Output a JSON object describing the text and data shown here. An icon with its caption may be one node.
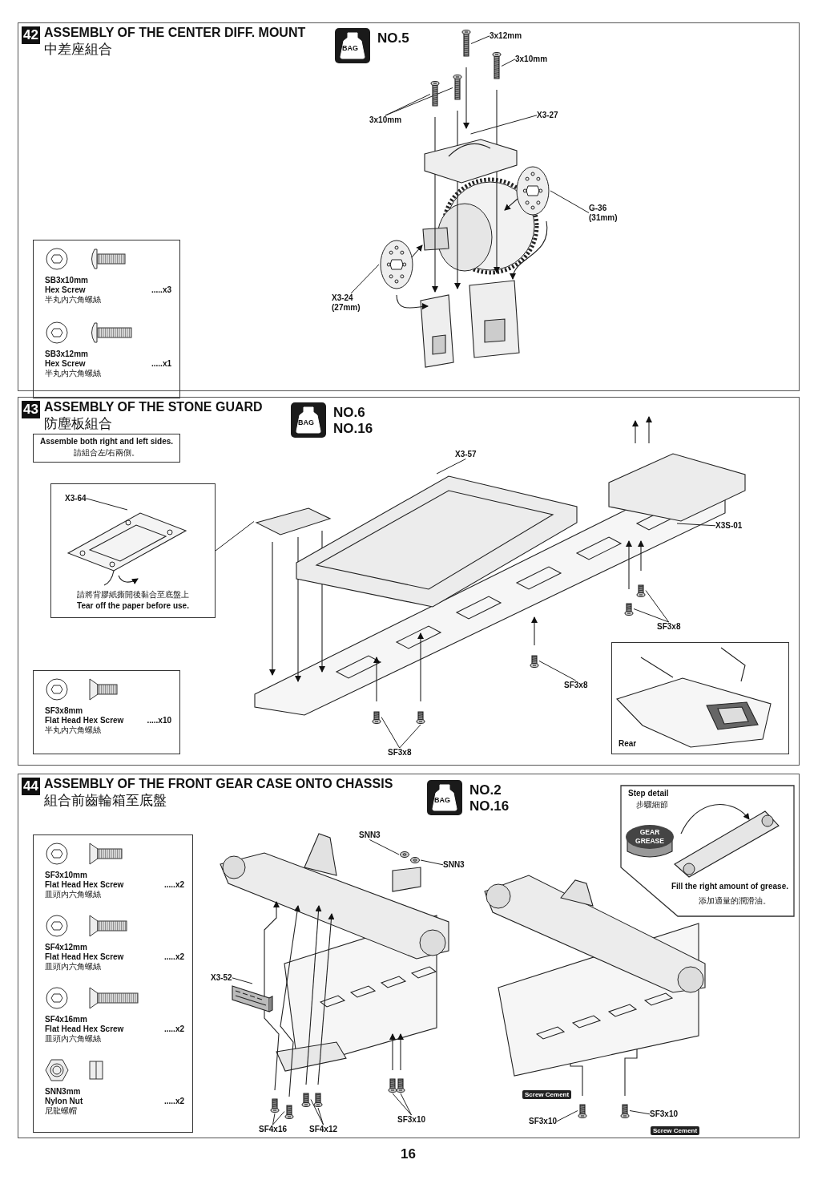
{
  "diagram": {
    "nodes": [
      {
        "text": [
          "42",
          "ASSEMBLY OF THE CENTER DIFF. MOUNT",
          "中差座組合"
        ]
      },
      {
        "text": [
          "BAG"
        ],
        "beside": [
          "NO.5"
        ],
        "in": 0
      },
      {
        "text": [
          "SB3x10mm",
          "Hex Screw",
          "半丸內六角螺絲",
          ".....x3",
          "SB3x12mm",
          "Hex Screw",
          "半丸內六角螺絲",
          ".....x1"
        ],
        "in": 0
      },
      {
        "text": [
          "3x12mm"
        ],
        "in": 0
      },
      {
        "text": [
          "3x10mm"
        ],
        "in": 0
      },
      {
        "text": [
          "3x10mm"
        ],
        "in": 0
      },
      {
        "text": [
          "X3-27"
        ],
        "in": 0
      },
      {
        "text": [
          "G-36 (31mm)"
        ],
        "in": 0
      },
      {
        "text": [
          "X3-24 (27mm)"
        ],
        "in": 0
      },
      {
        "text": [
          "43",
          "ASSEMBLY OF THE STONE GUARD",
          "防塵板組合"
        ]
      },
      {
        "text": [
          "BAG"
        ],
        "beside": [
          "NO.6",
          "NO.16"
        ],
        "in": 9
      },
      {
        "text": [
          "Assemble both right and left sides.",
          "請組合左/右兩側。"
        ],
        "in": 9
      },
      {
        "text": [
          "請將背膠紙撕開後黏合至底盤上",
          "Tear off the paper before use."
        ],
        "in": 9
      },
      {
        "text": [
          "X3-64"
        ],
        "in": 12
      },
      {
        "text": [
          "X3-57"
        ],
        "in": 9
      },
      {
        "text": [
          "X3S-01"
        ],
        "in": 9
      },
      {
        "text": [
          "SF3x8"
        ],
        "in": 9
      },
      {
        "text": [
          "SF3x8mm",
          "Flat Head Hex Screw",
          "半丸內六角螺絲",
          ".....x10"
        ],
        "in": 9
      },
      {
        "text": [
          "SF3x8"
        ],
        "in": 9
      },
      {
        "text": [
          "Rear"
        ],
        "in": 9
      },
      {
        "text": [
          "SF3x8"
        ],
        "in": 9
      },
      {
        "text": [
          "44",
          "ASSEMBLY OF THE FRONT GEAR CASE ONTO CHASSIS",
          "組合前齒輪箱至底盤"
        ]
      },
      {
        "text": [
          "BAG"
        ],
        "beside": [
          "NO.2",
          "NO.16"
        ],
        "in": 21
      },
      {
        "text": [
          "Step detail",
          "步驟細節",
          "Fill the right amount of grease.",
          "添加適量的潤滑油。"
        ],
        "in": 21
      },
      {
        "text": [
          "SF3x10mm",
          "Flat Head Hex Screw",
          "皿頭內六角螺絲",
          ".....x2",
          "SF4x12mm",
          "Flat Head Hex Screw",
          "皿頭內六角螺絲",
          ".....x2",
          "SF4x16mm",
          "Flat Head Hex Screw",
          "皿頭內六角螺絲",
          ".....x2",
          "SNN3mm",
          "Nylon Nut",
          "尼龍螺帽",
          ".....x2"
        ],
        "in": 21
      },
      {
        "text": [
          "SNN3"
        ],
        "in": 21
      },
      {
        "text": [
          "SNN3"
        ],
        "in": 21
      },
      {
        "text": [
          "X3-52"
        ],
        "in": 21
      },
      {
        "text": [
          "SF4x16"
        ],
        "in": 21
      },
      {
        "text": [
          "SF4x12"
        ],
        "in": 21
      },
      {
        "text": [
          "SF3x10"
        ],
        "in": 21
      },
      {
        "text": [
          "SF3x10"
        ],
        "in": 21
      },
      {
        "text": [
          "SF3x10"
        ],
        "in": 21
      },
      {
        "text": [],
        "shape": "picture",
        "in": 0
      },
      {
        "text": [],
        "shape": "picture",
        "in": 0
      },
      {
        "text": [],
        "shape": "picture",
        "in": 0
      },
      {
        "text": [],
        "shape": "picture",
        "in": 0
      },
      {
        "text": [],
        "shape": "picture",
        "in": 0
      },
      {
        "text": [],
        "shape": "picture",
        "in": 0
      },
      {
        "text": [],
        "shape": "picture",
        "in": 0
      },
      {
        "text": [],
        "shape": "picture",
        "in": 12
      },
      {
        "text": [],
        "shape": "picture",
        "in": 9
      },
      {
        "text": [],
        "shape": "picture",
        "in": 9
      },
      {
        "text": [],
        "shape": "picture",
        "in": 9
      },
      {
        "text": [],
        "shape": "picture",
        "in": 9
      },
      {
        "text": [],
        "shape": "picture",
        "in": 9
      },
      {
        "text": [],
        "shape": "picture",
        "in": 9
      },
      {
        "text": [],
        "shape": "picture",
        "in": 9
      },
      {
        "text": [],
        "shape": "picture",
        "in": 9
      },
      {
        "text": [],
        "shape": "picture",
        "in": 21
      },
      {
        "text": [],
        "shape": "picture",
        "in": 21
      },
      {
        "text": [],
        "shape": "picture",
        "in": 21
      },
      {
        "text": [],
        "shape": "picture",
        "in": 21
      },
      {
        "text": [],
        "shape": "picture",
        "in": 21
      },
      {
        "text": [],
        "shape": "picture",
        "in": 21
      },
      {
        "text": [],
        "shape": "picture",
        "in": 21
      },
      {
        "text": [],
        "shape": "picture",
        "in": 21
      },
      {
        "text": [],
        "shape": "picture",
        "in": 21
      },
      {
        "text": [],
        "shape": "picture",
        "in": 21
      },
      {
        "text": [],
        "shape": "picture",
        "in": 21
      }
    ],
    "edges": [
      {
        "from": 3,
        "to": 33,
        "arrow": "none"
      },
      {
        "from": 4,
        "to": 34,
        "arrow": "none"
      },
      {
        "from": 5,
        "to": 35,
        "arrow": "none"
      },
      {
        "from": 5,
        "to": 36,
        "arrow": "none"
      },
      {
        "from": 6,
        "to": 37,
        "arrow": "none"
      },
      {
        "from": 7,
        "to": 38,
        "arrow": "none"
      },
      {
        "from": 8,
        "to": 39,
        "arrow": "none"
      },
      {
        "from": 13,
        "to": 40,
        "arrow": "none"
      },
      {
        "from": 12,
        "to": 41,
        "arrow": "none"
      },
      {
        "from": 14,
        "to": 42,
        "arrow": "none"
      },
      {
        "from": 15,
        "to": 43,
        "arrow": "none"
      },
      {
        "from": 16,
        "to": 44,
        "arrow": "none"
      },
      {
        "from": 16,
        "to": 45,
        "arrow": "none"
      },
      {
        "from": 18,
        "to": 46,
        "arrow": "none"
      },
      {
        "from": 20,
        "to": 47,
        "arrow": "none"
      },
      {
        "from": 20,
        "to": 48,
        "arrow": "none"
      },
      {
        "from": 25,
        "to": 49,
        "arrow": "none"
      },
      {
        "from": 26,
        "to": 50,
        "arrow": "none"
      },
      {
        "from": 27,
        "to": 51,
        "arrow": "none"
      },
      {
        "from": 28,
        "to": 52,
        "arrow": "none"
      },
      {
        "from": 28,
        "to": 53,
        "arrow": "none"
      },
      {
        "from": 29,
        "to": 54,
        "arrow": "none"
      },
      {
        "from": 29,
        "to": 55,
        "arrow": "none"
      },
      {
        "from": 30,
        "to": 56,
        "arrow": "none"
      },
      {
        "from": 30,
        "to": 57,
        "arrow": "none"
      },
      {
        "from": 31,
        "to": 58,
        "arrow": "none"
      },
      {
        "from": 32,
        "to": 59,
        "arrow": "none"
      }
    ],
    "labels": [
      "GEAR GREASE",
      "Screw Cement",
      "Screw Cement",
      "16"
    ]
  }
}
